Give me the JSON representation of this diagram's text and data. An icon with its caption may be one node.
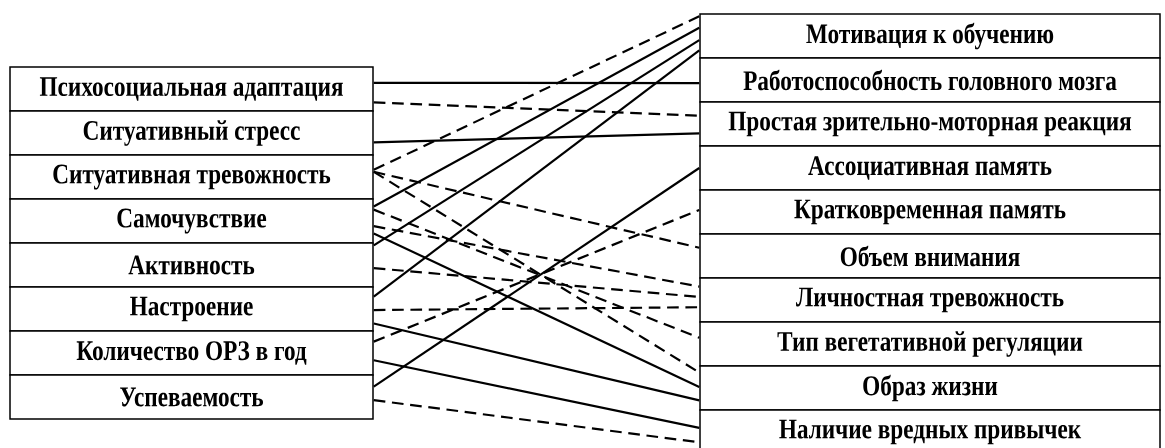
{
  "diagram": {
    "nodes": [
      {
        "text": [
          "Психосоциальная адаптация"
        ]
      },
      {
        "text": [
          "Ситуативный стресс"
        ]
      },
      {
        "text": [
          "Ситуативная тревожность"
        ]
      },
      {
        "text": [
          "Самочувствие"
        ]
      },
      {
        "text": [
          "Активность"
        ]
      },
      {
        "text": [
          "Настроение"
        ]
      },
      {
        "text": [
          "Количество ОРЗ в год"
        ]
      },
      {
        "text": [
          "Успеваемость"
        ]
      },
      {
        "text": [
          "Мотивация к обучению"
        ]
      },
      {
        "text": [
          "Работоспособность головного мозга"
        ]
      },
      {
        "text": [
          "Простая зрительно-моторная реакция"
        ]
      },
      {
        "text": [
          "Ассоциативная память"
        ]
      },
      {
        "text": [
          "Кратковременная память"
        ]
      },
      {
        "text": [
          "Объем внимания"
        ]
      },
      {
        "text": [
          "Личностная тревожность"
        ]
      },
      {
        "text": [
          "Тип вегетативной регуляции"
        ]
      },
      {
        "text": [
          "Образ жизни"
        ]
      },
      {
        "text": [
          "Наличие вредных привычек"
        ]
      }
    ],
    "edges": [
      {
        "from": 0,
        "to": 9,
        "arrow": "none"
      },
      {
        "from": 0,
        "to": 10,
        "arrow": "none",
        "style": "dashed"
      },
      {
        "from": 1,
        "to": 10,
        "arrow": "none"
      },
      {
        "from": 2,
        "to": 8,
        "arrow": "none",
        "style": "dashed"
      },
      {
        "from": 2,
        "to": 13,
        "arrow": "none",
        "style": "dashed"
      },
      {
        "from": 2,
        "to": 16,
        "arrow": "none",
        "style": "dashed"
      },
      {
        "from": 3,
        "to": 8,
        "arrow": "none"
      },
      {
        "from": 4,
        "to": 8,
        "arrow": "none"
      },
      {
        "from": 5,
        "to": 8,
        "arrow": "none"
      },
      {
        "from": 3,
        "to": 16,
        "arrow": "none"
      },
      {
        "from": 3,
        "to": 15,
        "arrow": "none",
        "style": "dashed"
      },
      {
        "from": 3,
        "to": 14,
        "arrow": "none",
        "style": "dashed"
      },
      {
        "from": 4,
        "to": 14,
        "arrow": "none",
        "style": "dashed"
      },
      {
        "from": 5,
        "to": 14,
        "arrow": "none",
        "style": "dashed"
      },
      {
        "from": 5,
        "to": 16,
        "arrow": "none"
      },
      {
        "from": 6,
        "to": 12,
        "arrow": "none",
        "style": "dashed"
      },
      {
        "from": 6,
        "to": 17,
        "arrow": "none"
      },
      {
        "from": 7,
        "to": 11,
        "arrow": "none"
      },
      {
        "from": 7,
        "to": 17,
        "arrow": "none",
        "style": "dashed"
      }
    ]
  }
}
